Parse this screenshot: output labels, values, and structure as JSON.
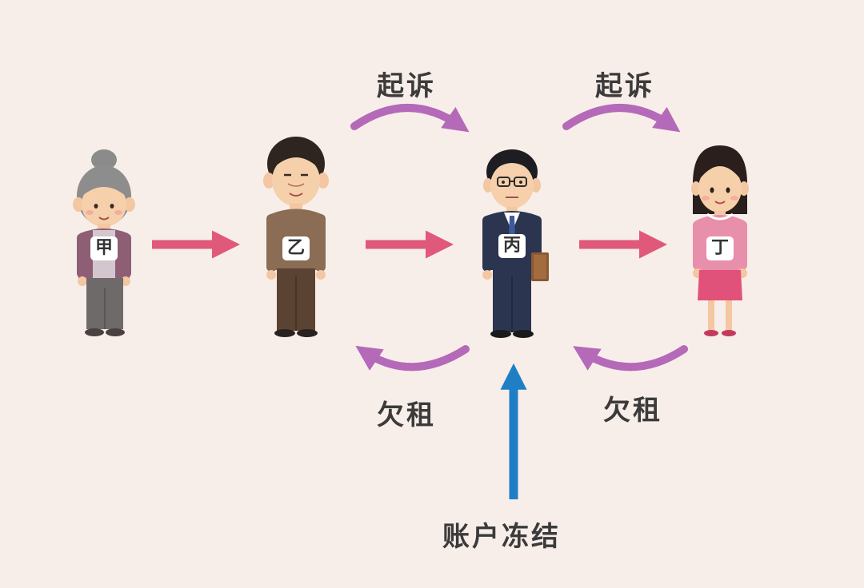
{
  "persons": [
    {
      "id": "jia",
      "label": "甲",
      "role": "elderly-woman"
    },
    {
      "id": "yi",
      "label": "乙",
      "role": "older-man"
    },
    {
      "id": "bing",
      "label": "丙",
      "role": "businessman"
    },
    {
      "id": "ding",
      "label": "丁",
      "role": "young-woman"
    }
  ],
  "relations": {
    "sue_label": "起诉",
    "rent_arrears_label": "欠租",
    "account_freeze_label": "账户冻结"
  },
  "colors": {
    "background": "#f8eee9",
    "transfer_arrow": "#e0587a",
    "sue_arrow": "#b46ab8",
    "rent_arrow": "#b46ab8",
    "freeze_arrow": "#1f7fc4",
    "text": "#3b3b3b"
  }
}
